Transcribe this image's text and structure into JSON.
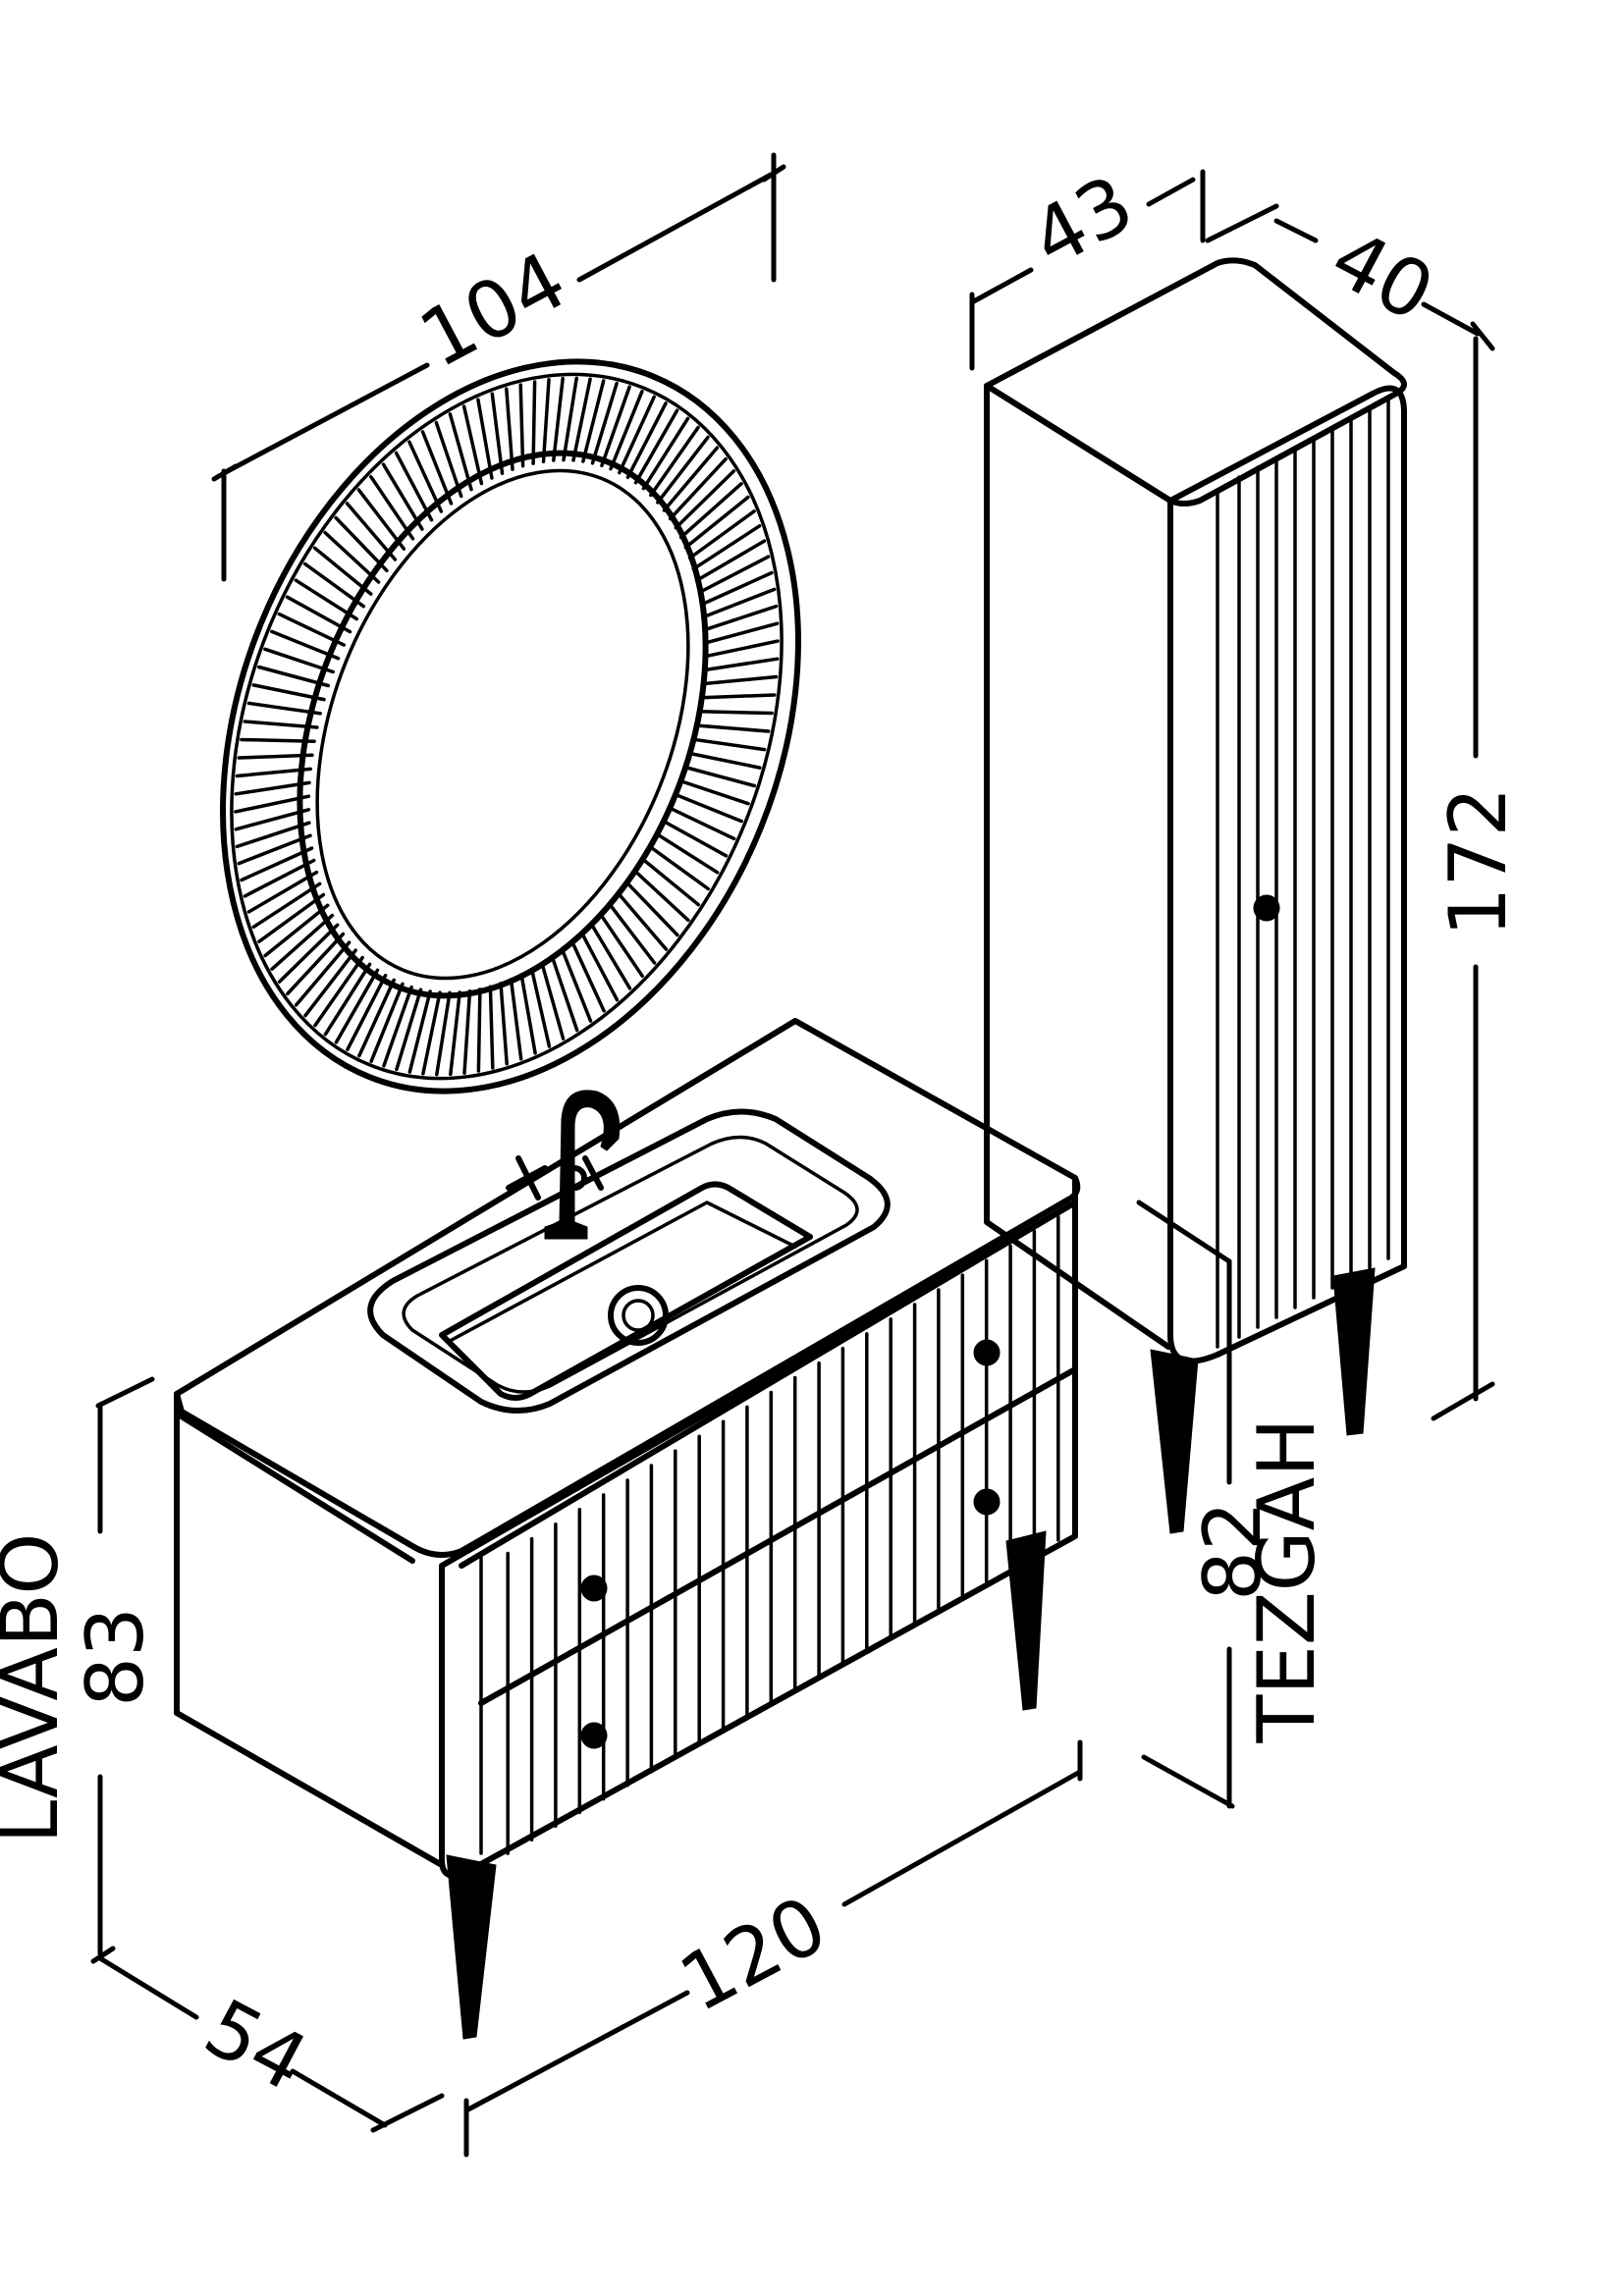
{
  "dimensions": {
    "mirror_width": "104",
    "cabinet_depth_top": "43",
    "cabinet_depth_side": "40",
    "cabinet_height": "172",
    "counter_height": "82",
    "counter_label": "TEZGAH",
    "vanity_height": "83",
    "vanity_label": "LAVABO",
    "vanity_width": "120",
    "vanity_depth": "54"
  }
}
